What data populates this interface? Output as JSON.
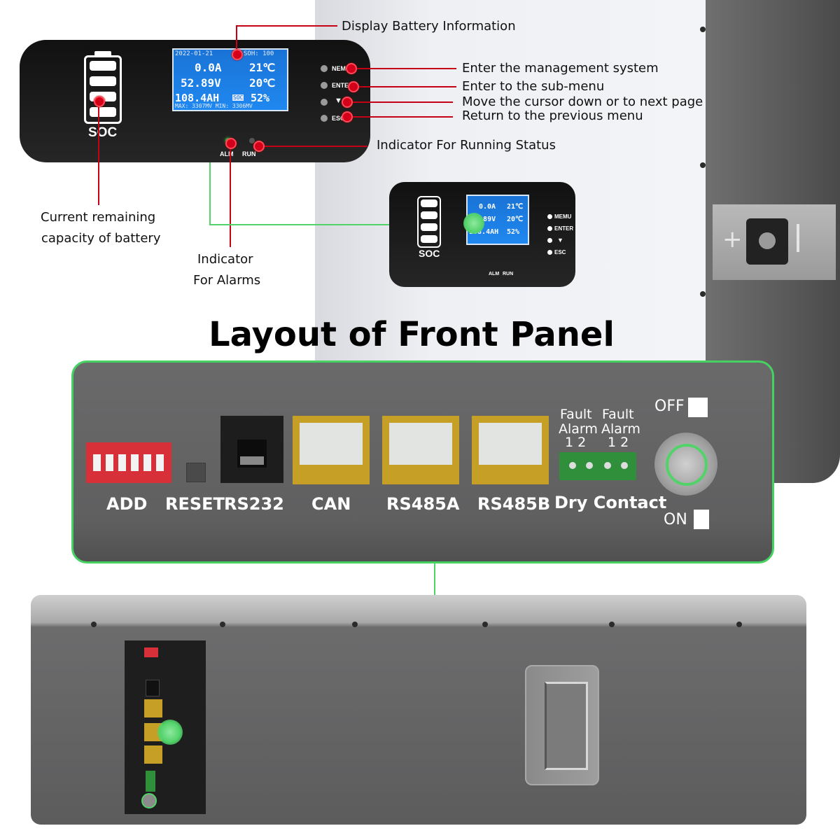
{
  "title": "Layout of Front Panel",
  "callouts": {
    "display": "Display Battery Information",
    "menu_desc": "Enter the management system",
    "enter_desc": "Enter to the sub-menu",
    "down_desc": "Move the cursor down or to next page",
    "esc_desc": "Return to the previous menu",
    "run_desc": "Indicator For Running Status",
    "soc_desc_line1": "Current remaining",
    "soc_desc_line2": "capacity of battery",
    "alm_desc_line1": "Indicator",
    "alm_desc_line2": "For Alarms"
  },
  "control_panel": {
    "soc_label": "SOC",
    "buttons": [
      "NEMU",
      "ENTER",
      "▼",
      "ESC"
    ],
    "leds": [
      "ALM",
      "RUN"
    ],
    "lcd": {
      "date": "2022-01-21",
      "soh": "SOH: 100",
      "row1_left": "0.0A",
      "row1_right": "21℃",
      "row2_left": "52.89V",
      "row2_right": "20℃",
      "row3_left": "108.4AH",
      "row3_mid": "SOC",
      "row3_right": "52%",
      "footer": "MAX: 3307MV MIN: 3306MV"
    }
  },
  "small_panel": {
    "soc_label": "SOC",
    "buttons": [
      "MEMU",
      "ENTER",
      "▼",
      "ESC"
    ],
    "leds": [
      "ALM",
      "RUN"
    ]
  },
  "front_panel": {
    "ports": [
      "ADD",
      "RESET",
      "RS232",
      "CAN",
      "RS485A",
      "RS485B",
      "Dry Contact"
    ],
    "fault_alarm": {
      "fault": "Fault",
      "alarm": "Alarm",
      "pins": "1 2"
    },
    "switch_off": "OFF",
    "switch_on": "ON"
  },
  "colors": {
    "accent_green": "#52d36a",
    "callout_red": "#c60015",
    "port_gold": "#c59f26",
    "dip_red": "#d83038"
  }
}
